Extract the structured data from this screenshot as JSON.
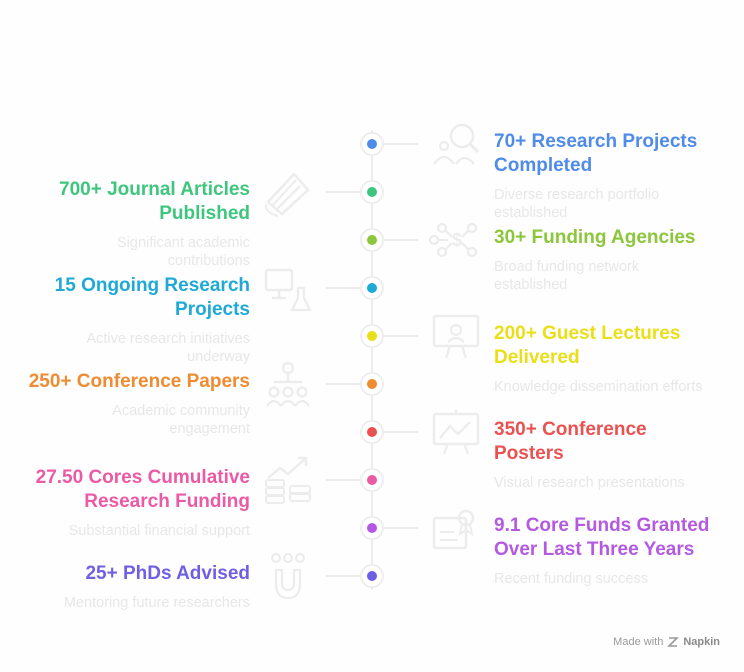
{
  "colors": {
    "line": "#ebebeb",
    "icon": "#ececec",
    "node_ring": "#eeeeee"
  },
  "items": [
    {
      "side": "right",
      "title": "70+ Research Projects Completed",
      "title_lines": [
        "70+ Research Projects",
        "Completed"
      ],
      "description": "Diverse research portfolio established",
      "desc_lines": [
        "Diverse research portfolio",
        "established"
      ],
      "color": "#4f8be8",
      "icon": "research-magnifier-icon"
    },
    {
      "side": "left",
      "title": "700+ Journal Articles Published",
      "title_lines": [
        "700+ Journal Articles",
        "Published"
      ],
      "description": "Significant academic contributions",
      "desc_lines": [
        "Significant academic",
        "contributions"
      ],
      "color": "#3ec57e",
      "icon": "book-pages-icon"
    },
    {
      "side": "right",
      "title": "30+ Funding Agencies",
      "title_lines": [
        "30+ Funding Agencies"
      ],
      "description": "Broad funding network established",
      "desc_lines": [
        "Broad funding network",
        "established"
      ],
      "color": "#8cc63a",
      "icon": "funding-network-icon"
    },
    {
      "side": "left",
      "title": "15 Ongoing Research Projects",
      "title_lines": [
        "15 Ongoing Research",
        "Projects"
      ],
      "description": "Active research initiatives underway",
      "desc_lines": [
        "Active research initiatives",
        "underway"
      ],
      "color": "#1fa9d6",
      "icon": "lab-computer-icon"
    },
    {
      "side": "right",
      "title": "200+ Guest Lectures Delivered",
      "title_lines": [
        "200+ Guest Lectures",
        "Delivered"
      ],
      "description": "Knowledge dissemination efforts",
      "desc_lines": [
        "Knowledge dissemination efforts"
      ],
      "color": "#eadf17",
      "icon": "presentation-screen-icon"
    },
    {
      "side": "left",
      "title": "250+ Conference Papers",
      "title_lines": [
        "250+ Conference Papers"
      ],
      "description": "Academic community engagement",
      "desc_lines": [
        "Academic community",
        "engagement"
      ],
      "color": "#ef8b30",
      "icon": "audience-icon"
    },
    {
      "side": "right",
      "title": "350+ Conference Posters",
      "title_lines": [
        "350+ Conference",
        "Posters"
      ],
      "description": "Visual research presentations",
      "desc_lines": [
        "Visual research presentations"
      ],
      "color": "#ea5252",
      "icon": "poster-chart-icon"
    },
    {
      "side": "left",
      "title": "27.50 Cores Cumulative Research Funding",
      "title_lines": [
        "27.50 Cores Cumulative",
        "Research Funding"
      ],
      "description": "Substantial financial support",
      "desc_lines": [
        "Substantial financial support"
      ],
      "color": "#ea5aa5",
      "icon": "growth-money-icon"
    },
    {
      "side": "right",
      "title": "9.1 Core Funds Granted Over Last Three Years",
      "title_lines": [
        "9.1 Core Funds Granted",
        "Over Last Three Years"
      ],
      "description": "Recent funding success",
      "desc_lines": [
        "Recent funding success"
      ],
      "color": "#b45ae0",
      "icon": "certificate-icon"
    },
    {
      "side": "left",
      "title": "25+ PhDs Advised",
      "title_lines": [
        "25+ PhDs Advised"
      ],
      "description": "Mentoring future researchers",
      "desc_lines": [
        "Mentoring future researchers"
      ],
      "color": "#6f5fe3",
      "icon": "mentoring-magnet-icon"
    }
  ],
  "footer": {
    "prefix": "Made with",
    "brand": "Napkin"
  }
}
